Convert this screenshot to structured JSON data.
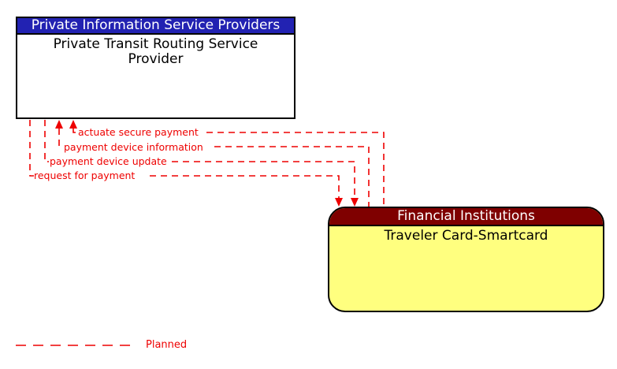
{
  "boxes": {
    "top": {
      "header": "Private Information Service Providers",
      "body": "Private Transit Routing Service\nProvider"
    },
    "bottom": {
      "header": "Financial Institutions",
      "body": "Traveler Card-Smartcard"
    }
  },
  "flows": [
    {
      "label": "actuate secure payment",
      "direction": "bottom-to-top",
      "status": "planned"
    },
    {
      "label": "payment device information",
      "direction": "bottom-to-top",
      "status": "planned"
    },
    {
      "label": "payment device update",
      "direction": "top-to-bottom",
      "status": "planned"
    },
    {
      "label": "request for payment",
      "direction": "top-to-bottom",
      "status": "planned"
    }
  ],
  "legend": {
    "label": "Planned",
    "line_style": "dashed"
  },
  "colors": {
    "flow_red": "#EE0000",
    "top_header_bg": "#2222B2",
    "bottom_header_bg": "#7F0000",
    "bottom_body_bg": "#FFFF7F"
  }
}
